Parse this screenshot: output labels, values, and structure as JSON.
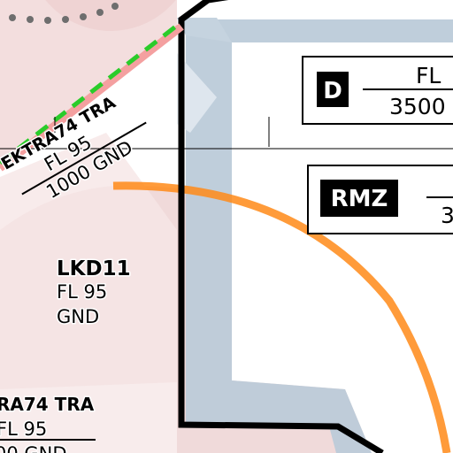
{
  "colors": {
    "restricted_fill": "#f0d8d8",
    "restricted_edge": "#e8a8a8",
    "ctr_band": "#b8c8d8",
    "boundary": "#000000",
    "tma_orange": "#ff8000",
    "route_green": "#22cc22",
    "route_pink": "#f4a0a0",
    "dots": "#707070"
  },
  "labels": {
    "tra_north": {
      "name": "EKTRA74 TRA",
      "upper": "FL 95",
      "lower": "1000 GND"
    },
    "lkd11": {
      "name": "LKD11",
      "upper": "FL 95",
      "lower": "GND"
    },
    "tra_south": {
      "name": "RA74 TRA",
      "upper": "FL 95",
      "lower": "00 GND"
    }
  },
  "boxes": {
    "class_d": {
      "badge": "D",
      "top": "FL",
      "bottom": "3500"
    },
    "rmz": {
      "badge": "RMZ",
      "bottom": "3"
    }
  }
}
